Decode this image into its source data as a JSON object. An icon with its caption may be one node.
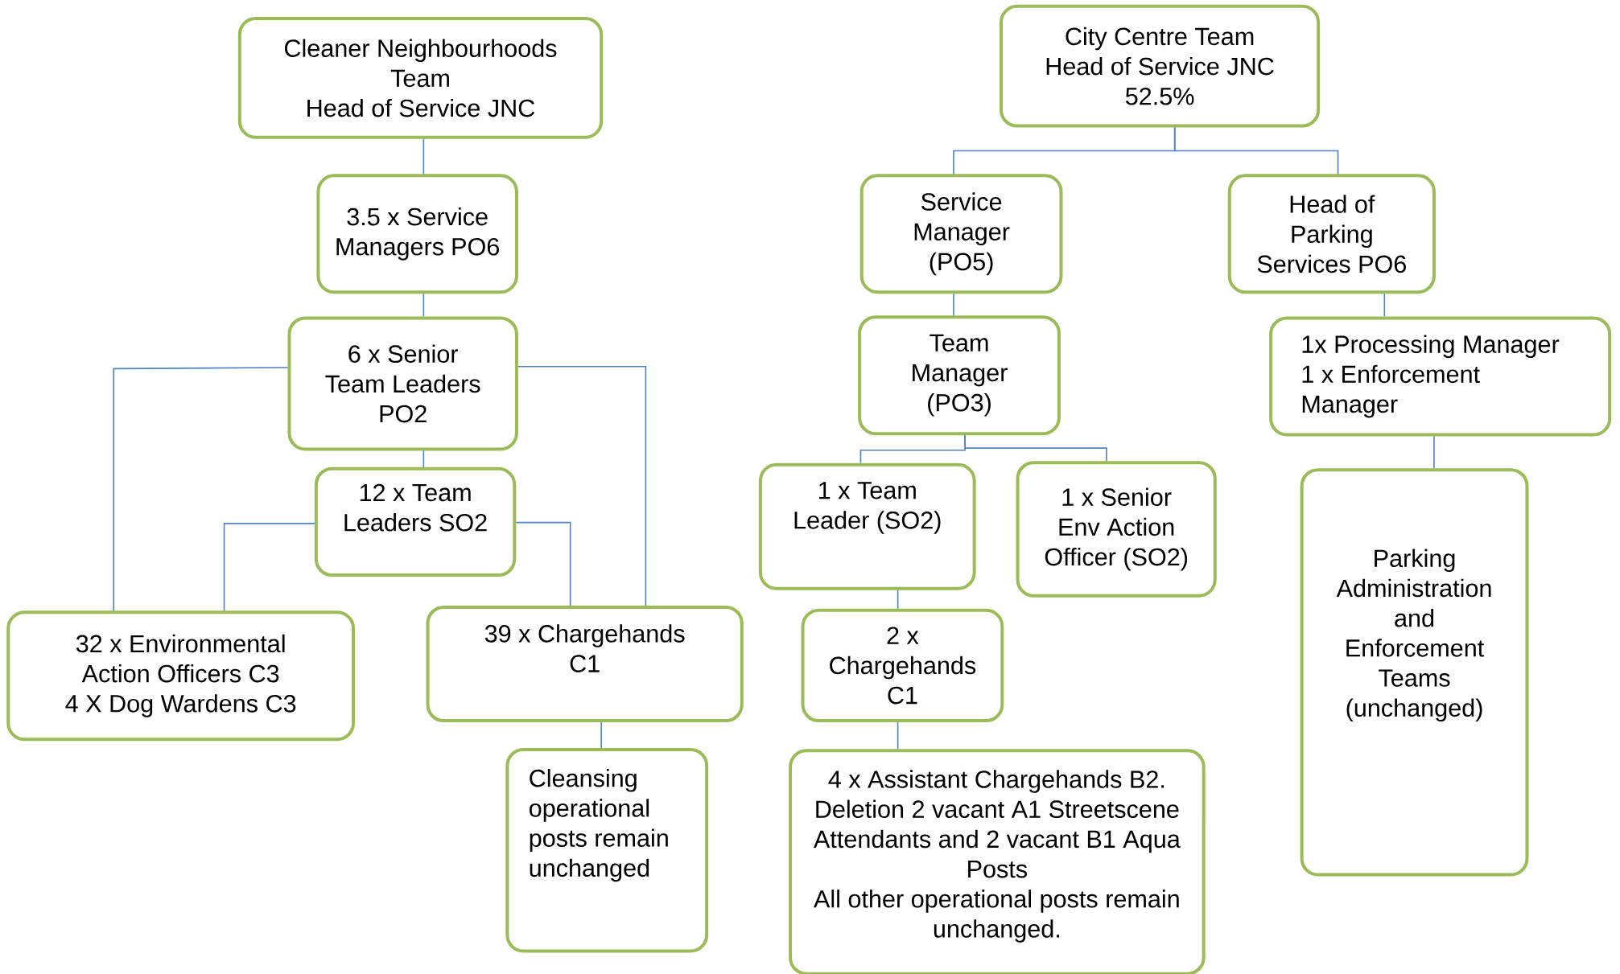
{
  "diagram": {
    "nodes": [
      {
        "text": [
          "Cleaner Neighbourhoods Team",
          "Head of Service JNC"
        ]
      },
      {
        "text": [
          "3.5 x Service Managers PO6"
        ]
      },
      {
        "text": [
          "6 x Senior Team Leaders PO2"
        ]
      },
      {
        "text": [
          "12 x Team Leaders SO2"
        ]
      },
      {
        "text": [
          "32 x Environmental Action Officers C3",
          "4 X Dog Wardens C3"
        ]
      },
      {
        "text": [
          "39 x Chargehands C1"
        ]
      },
      {
        "text": [
          "Cleansing operational posts remain unchanged"
        ]
      },
      {
        "text": [
          "City Centre Team",
          "Head of Service JNC",
          "52.5%"
        ]
      },
      {
        "text": [
          "Service Manager (PO5)"
        ]
      },
      {
        "text": [
          "Head of Parking Services PO6"
        ]
      },
      {
        "text": [
          "Team Manager (PO3)"
        ]
      },
      {
        "text": [
          "1x Processing Manager",
          "1 x Enforcement Manager"
        ]
      },
      {
        "text": [
          "1 x Team Leader (SO2)"
        ]
      },
      {
        "text": [
          "1 x Senior Env Action Officer (SO2)"
        ]
      },
      {
        "text": [
          "2 x Chargehands C1"
        ]
      },
      {
        "text": [
          "4 x Assistant Chargehands B2.",
          "Deletion 2 vacant A1 Streetscene Attendants and 2 vacant B1 Aqua Posts",
          "All other operational posts remain unchanged."
        ]
      },
      {
        "text": [
          "Parking Administration and Enforcement Teams (unchanged)"
        ]
      }
    ],
    "edges": [
      {
        "from": 0,
        "to": 1,
        "arrow": "none"
      },
      {
        "from": 1,
        "to": 2,
        "arrow": "none"
      },
      {
        "from": 2,
        "to": 3,
        "arrow": "none"
      },
      {
        "from": 2,
        "to": 4,
        "arrow": "none"
      },
      {
        "from": 2,
        "to": 5,
        "arrow": "none"
      },
      {
        "from": 3,
        "to": 4,
        "arrow": "none"
      },
      {
        "from": 3,
        "to": 5,
        "arrow": "none"
      },
      {
        "from": 5,
        "to": 6,
        "arrow": "none"
      },
      {
        "from": 7,
        "to": 8,
        "arrow": "none"
      },
      {
        "from": 7,
        "to": 9,
        "arrow": "none"
      },
      {
        "from": 8,
        "to": 10,
        "arrow": "none"
      },
      {
        "from": 9,
        "to": 11,
        "arrow": "none"
      },
      {
        "from": 10,
        "to": 12,
        "arrow": "none"
      },
      {
        "from": 10,
        "to": 13,
        "arrow": "none"
      },
      {
        "from": 11,
        "to": 16,
        "arrow": "none"
      },
      {
        "from": 12,
        "to": 14,
        "arrow": "none"
      },
      {
        "from": 14,
        "to": 15,
        "arrow": "none"
      }
    ]
  }
}
